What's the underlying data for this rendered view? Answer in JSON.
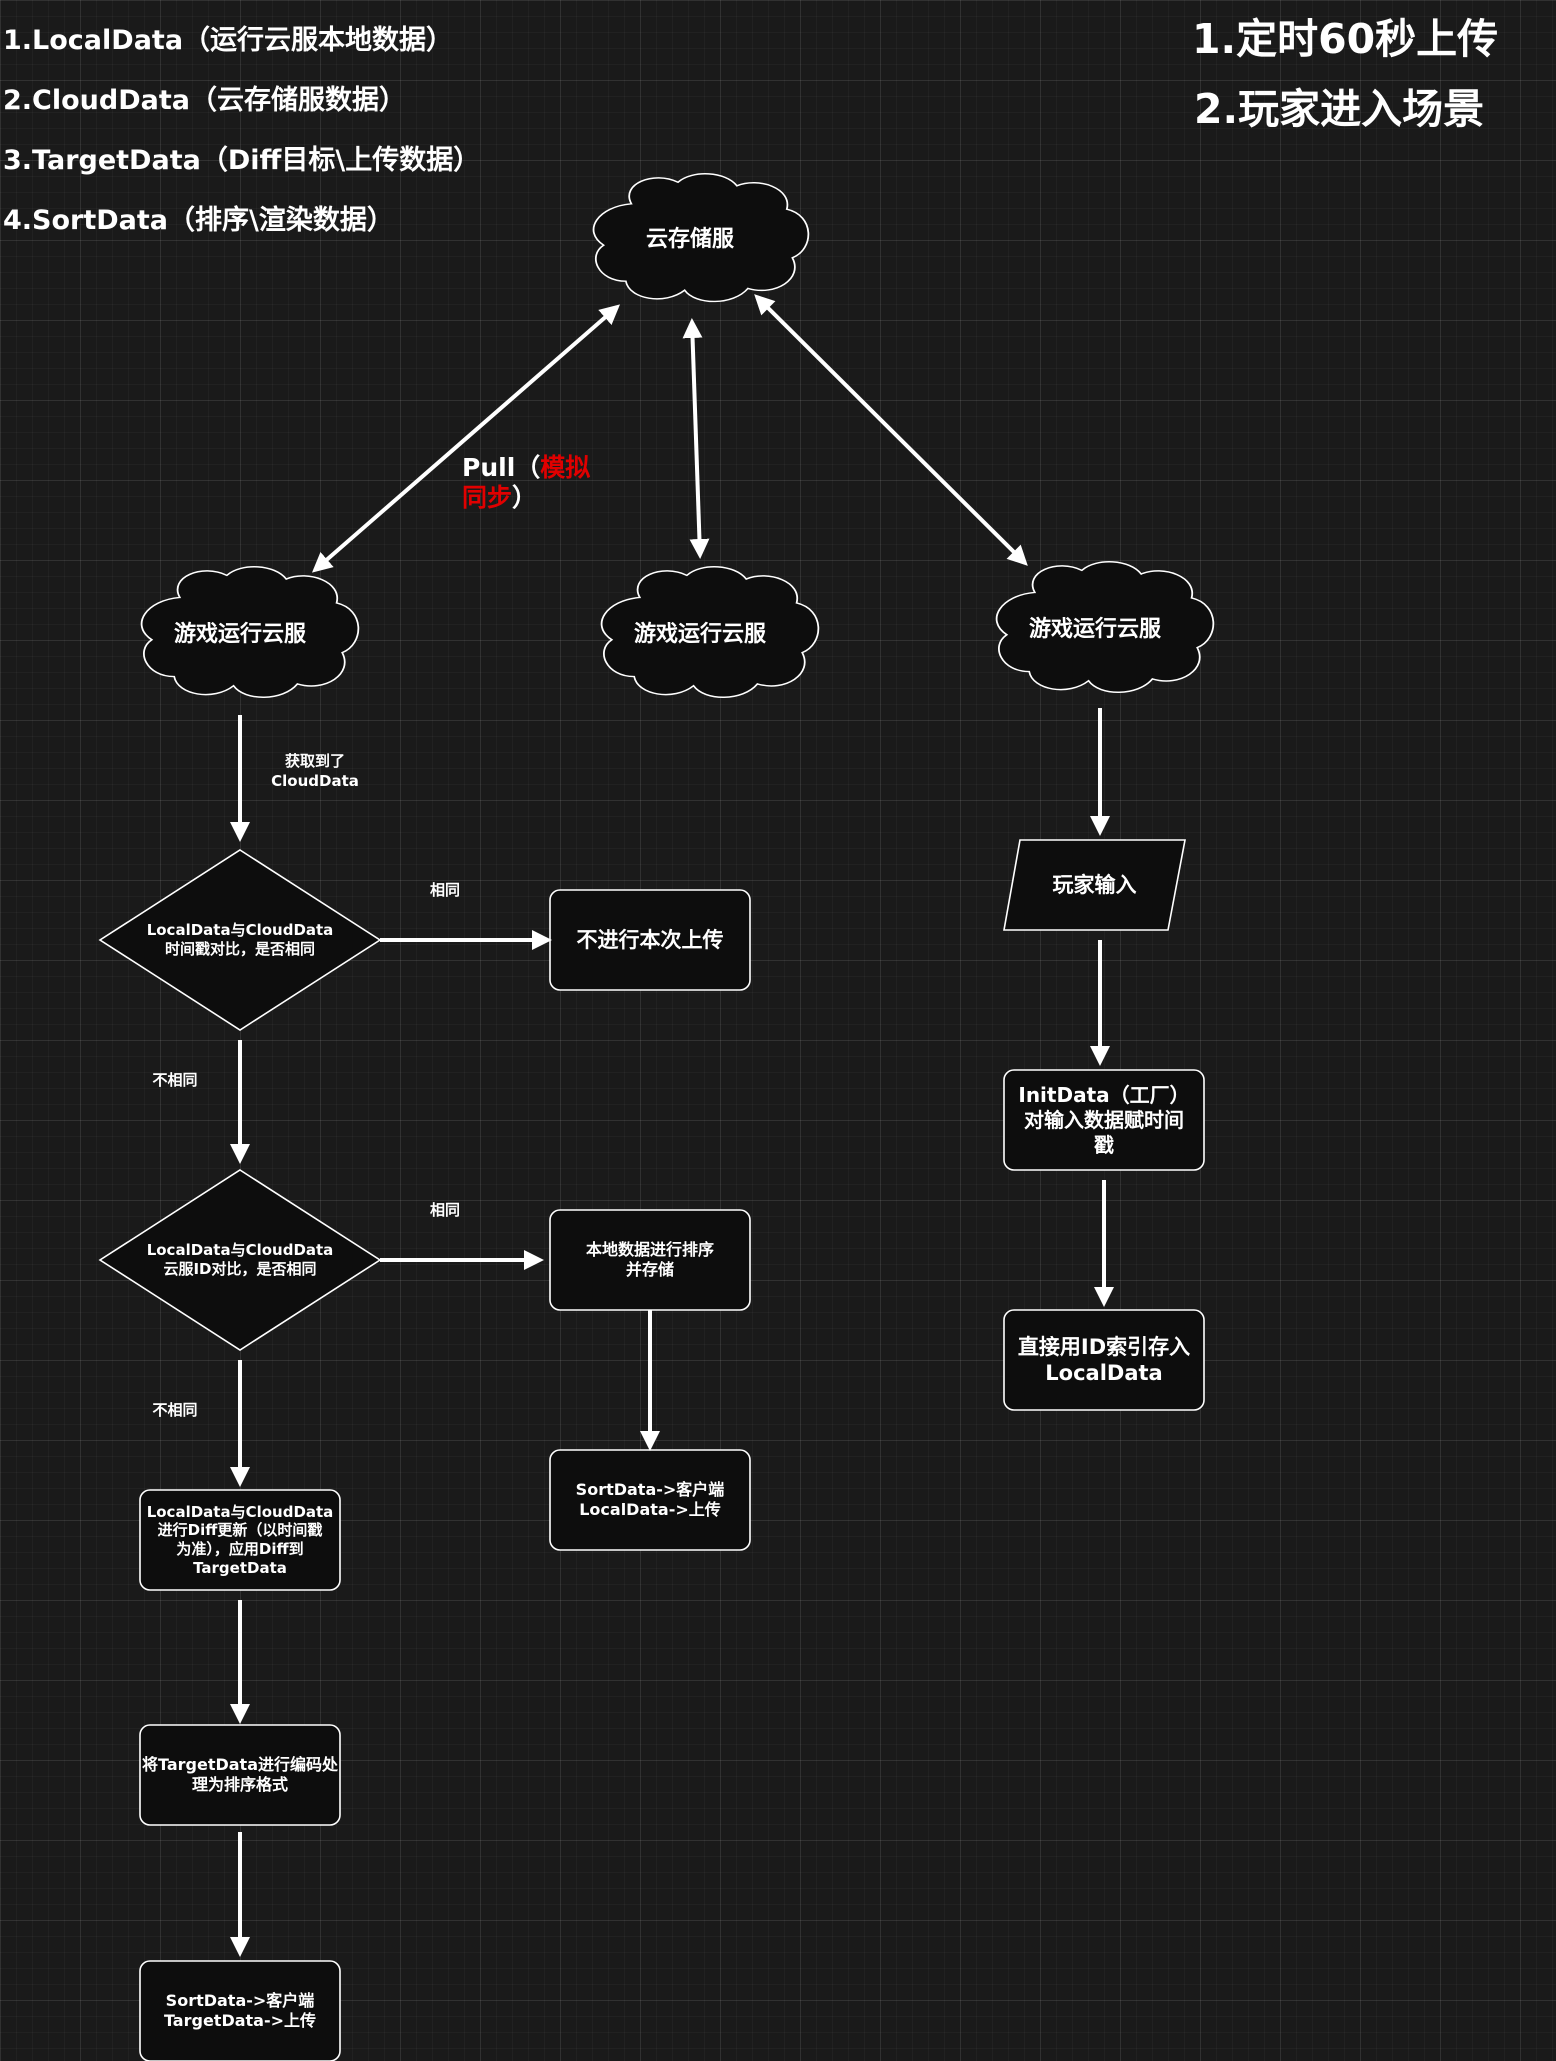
{
  "legend": [
    "1.LocalData（运行云服本地数据）",
    "2.CloudData（云存储服数据）",
    "3.TargetData（Diff目标\\上传数据）",
    "4.SortData（排序\\渲染数据）"
  ],
  "modes": [
    "1.定时60秒上传",
    "2.玩家进入场景"
  ],
  "nodes": {
    "cloud_storage": "云存储服",
    "game_server_1": "游戏运行云服",
    "game_server_2": "游戏运行云服",
    "game_server_3": "游戏运行云服",
    "compare_timestamp": "LocalData与CloudData\n时间戳对比，是否相同",
    "skip_upload": "不进行本次上传",
    "compare_server_id": "LocalData与CloudData\n云服ID对比，是否相同",
    "sort_local_store": "本地数据进行排序\n并存储",
    "sort_local_upload": "SortData->客户端\nLocalData->上传",
    "diff_update": "LocalData与CloudData\n进行Diff更新（以时间戳\n为准），应用Diff到\nTargetData",
    "encode_sort": "将TargetData进行编码处\n理为排序格式",
    "sort_target_upload": "SortData->客户端\nTargetData->上传",
    "player_input": "玩家输入",
    "init_data": "InitData（工厂）\n对输入数据赋时间\n戳",
    "store_local": "直接用ID索引存入\nLocalData"
  },
  "edges": {
    "pull_prefix": "Pull（",
    "pull_red": "模拟\n同步",
    "pull_suffix": "）",
    "got_cloud": "获取到了\nCloudData",
    "same_1": "相同",
    "diff_1": "不相同",
    "same_2": "相同",
    "diff_2": "不相同"
  }
}
